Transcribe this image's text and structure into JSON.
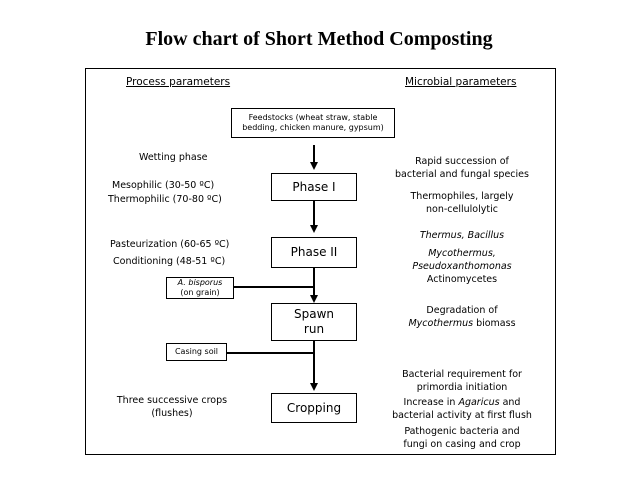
{
  "title": "Flow chart of Short Method Composting",
  "headers": {
    "process": "Process parameters",
    "microbial": "Microbial parameters"
  },
  "feedstocks": "Feedstocks (wheat straw, stable bedding, chicken manure, gypsum)",
  "feedstocks_lines": [
    "Feedstocks (wheat straw, stable",
    "bedding, chicken manure, gypsum)"
  ],
  "boxes": {
    "phase1": "Phase I",
    "phase2": "Phase II",
    "spawn_run_lines": [
      "Spawn",
      "run"
    ],
    "cropping": "Cropping",
    "a_bisporus_lines": [
      "A. bisporus",
      "(on grain)"
    ],
    "casing_soil": "Casing soil"
  },
  "process": {
    "wetting": "Wetting phase",
    "mesophilic": "Mesophilic (30-50 ºC)",
    "thermophilic": "Thermophilic (70-80 ºC)",
    "pasteurization": "Pasteurization (60-65 ºC)",
    "conditioning": "Conditioning (48-51 ºC)",
    "crops_lines": [
      "Three successive crops",
      "(flushes)"
    ]
  },
  "microbial": {
    "succession_lines": [
      "Rapid succession of",
      "bacterial and fungal species"
    ],
    "thermophiles_lines": [
      "Thermophiles, largely",
      "non-cellulolytic"
    ],
    "thermus": "Thermus, Bacillus",
    "myco_line1": "Mycothermus,",
    "myco_line2": "Pseudoxanthomonas",
    "actinomycetes": "Actinomycetes",
    "degradation_line1": "Degradation of",
    "degradation_italic": "Mycothermus",
    "degradation_rest": " biomass",
    "requirement_lines": [
      "Bacterial requirement for",
      "primordia initiation"
    ],
    "increase_pre": "Increase in ",
    "increase_italic": "Agaricus",
    "increase_post": " and",
    "increase_line2": "bacterial activity at first flush",
    "pathogenic_lines": [
      "Pathogenic bacteria and",
      "fungi on casing and crop"
    ]
  }
}
